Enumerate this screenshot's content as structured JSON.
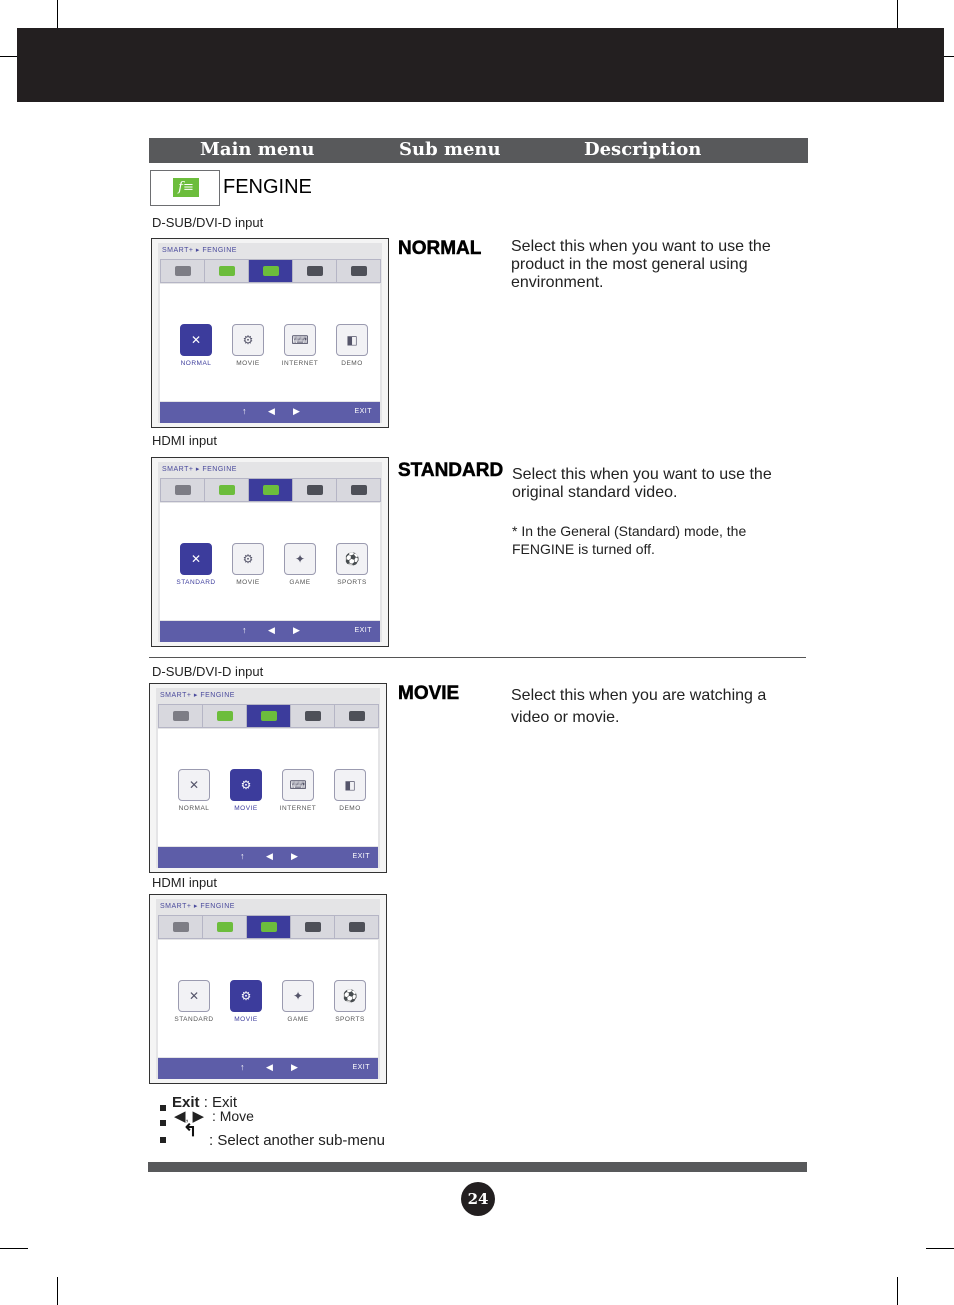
{
  "header": {
    "main_menu": "Main menu",
    "sub_menu": "Sub menu",
    "description": "Description"
  },
  "section": {
    "title": "FENGINE",
    "icon": "fengine-icon"
  },
  "labels": {
    "dsub_dvi": "D-SUB/DVI-D input",
    "hdmi": "HDMI input"
  },
  "osd": {
    "crumb": "SMART+ ▸ FENGINE",
    "exit": "EXIT",
    "icons": {
      "up": "↑",
      "left": "◀",
      "right": "▶"
    },
    "screens": [
      {
        "items": [
          "NORMAL",
          "MOVIE",
          "INTERNET",
          "DEMO"
        ],
        "selected": 0
      },
      {
        "items": [
          "STANDARD",
          "MOVIE",
          "GAME",
          "SPORTS"
        ],
        "selected": 0
      },
      {
        "items": [
          "NORMAL",
          "MOVIE",
          "INTERNET",
          "DEMO"
        ],
        "selected": 1
      },
      {
        "items": [
          "STANDARD",
          "MOVIE",
          "GAME",
          "SPORTS"
        ],
        "selected": 1
      }
    ]
  },
  "modes": {
    "normal": {
      "title": "NORMAL",
      "desc1": "Select this when you want to use the",
      "desc2": "product in the most general using",
      "desc3": "environment."
    },
    "standard": {
      "title": "STANDARD",
      "desc1": "Select this when you want to use the",
      "desc2": "original standard video.",
      "note1": "* In the General (Standard) mode, the",
      "note2": "FENGINE is turned off."
    },
    "movie": {
      "title": "MOVIE",
      "desc1": "Select this when you are watching a",
      "desc2": "video or movie."
    }
  },
  "legend": {
    "exit_bold": "Exit",
    "exit_text": ": Exit",
    "move_text": ": Move",
    "select_text": ": Select another sub-menu"
  },
  "page_number": "24"
}
